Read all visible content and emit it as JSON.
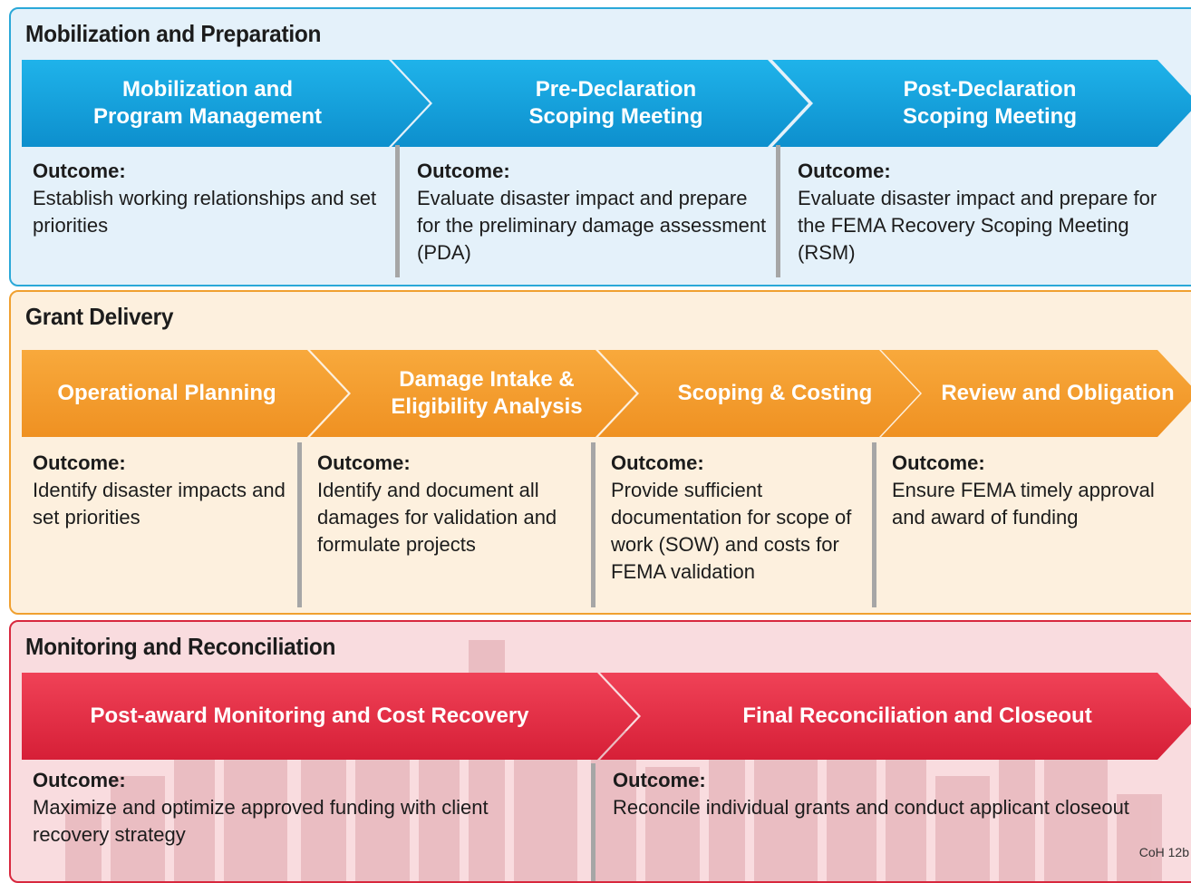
{
  "sections": [
    {
      "title": "Mobilization and Preparation",
      "steps": [
        {
          "label": "Mobilization and\nProgram Management",
          "outcome_label": "Outcome:",
          "outcome_text": "Establish working relationships and set priorities"
        },
        {
          "label": "Pre-Declaration\nScoping Meeting",
          "outcome_label": "Outcome:",
          "outcome_text": "Evaluate disaster impact and prepare for the preliminary damage assessment (PDA)"
        },
        {
          "label": "Post-Declaration\nScoping Meeting",
          "outcome_label": "Outcome:",
          "outcome_text": "Evaluate disaster impact and prepare for the FEMA Recovery Scoping Meeting (RSM)"
        }
      ]
    },
    {
      "title": "Grant Delivery",
      "steps": [
        {
          "label": "Operational Planning",
          "outcome_label": "Outcome:",
          "outcome_text": "Identify disaster impacts and set priorities"
        },
        {
          "label": "Damage Intake &\nEligibility Analysis",
          "outcome_label": "Outcome:",
          "outcome_text": "Identify and document all damages for validation and formulate projects"
        },
        {
          "label": "Scoping & Costing",
          "outcome_label": "Outcome:",
          "outcome_text": "Provide sufficient documentation for scope of work (SOW) and costs for FEMA validation"
        },
        {
          "label": "Review and Obligation",
          "outcome_label": "Outcome:",
          "outcome_text": "Ensure FEMA timely approval and award of funding"
        }
      ]
    },
    {
      "title": "Monitoring and Reconciliation",
      "steps": [
        {
          "label": "Post-award Monitoring and Cost Recovery",
          "outcome_label": "Outcome:",
          "outcome_text": "Maximize and optimize approved funding with client recovery strategy"
        },
        {
          "label": "Final Reconciliation and Closeout",
          "outcome_label": "Outcome:",
          "outcome_text": "Reconcile individual grants and conduct applicant closeout"
        }
      ]
    }
  ],
  "footer_tag": "CoH 12b",
  "colors": {
    "blue": "#1aa3dd",
    "orange": "#f59d2f",
    "red": "#e52d45",
    "divider": "#a6a6a6"
  }
}
